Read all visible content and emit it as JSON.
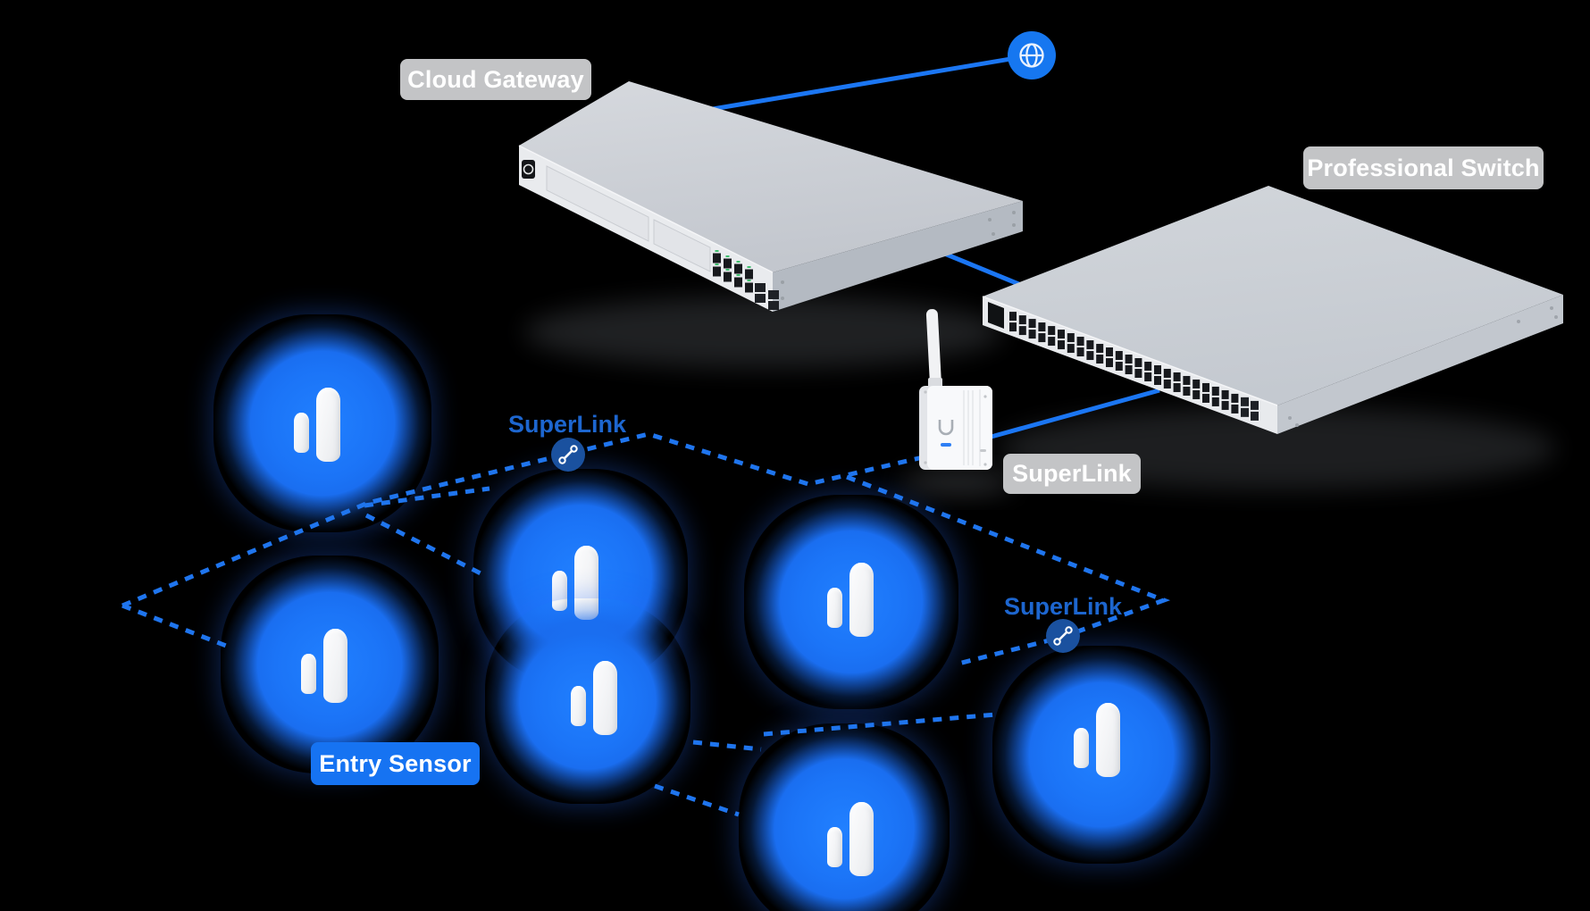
{
  "badges": {
    "cloud_gateway": "Cloud Gateway",
    "professional_switch": "Professional Switch",
    "superlink_hub": "SuperLink",
    "entry_sensor": "Entry Sensor"
  },
  "link_labels": {
    "left": "SuperLink",
    "right": "SuperLink"
  },
  "sensors": {
    "count": 7
  },
  "colors": {
    "background": "#000000",
    "blob_blue": "#1b74f7",
    "dash_blue": "#1f75ee",
    "solid_blue": "#1b76f3",
    "label_blue": "#1d66cf",
    "badge_gray": "#c3c4c6",
    "badge_blue": "#1673f2",
    "link_icon_navy": "#1a519f",
    "globe_blue": "#1677f0"
  },
  "icons": {
    "internet": "globe-icon",
    "wireless_link": "link-icon",
    "entry_sensor": "door-sensor-icon"
  }
}
